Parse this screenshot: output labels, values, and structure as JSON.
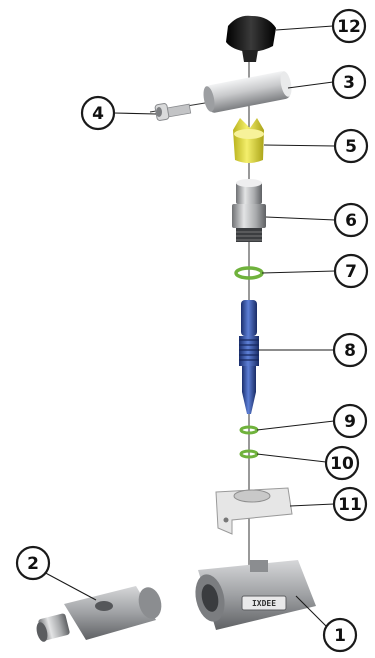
{
  "callouts": {
    "c1": "1",
    "c2": "2",
    "c3": "3",
    "c4": "4",
    "c5": "5",
    "c6": "6",
    "c7": "7",
    "c8": "8",
    "c9": "9",
    "c10": "10",
    "c11": "11",
    "c12": "12"
  },
  "parts": {
    "body_badge": "IXDEE"
  },
  "colors": {
    "knob": "#1c1c1c",
    "tube": "#c9cacc",
    "float": "#e9e24a",
    "fitting": "#b9babc",
    "oring": "#6fb23c",
    "needle": "#2e4fa8",
    "bracket": "#e6e6e6",
    "body": "#a4a6a8"
  }
}
